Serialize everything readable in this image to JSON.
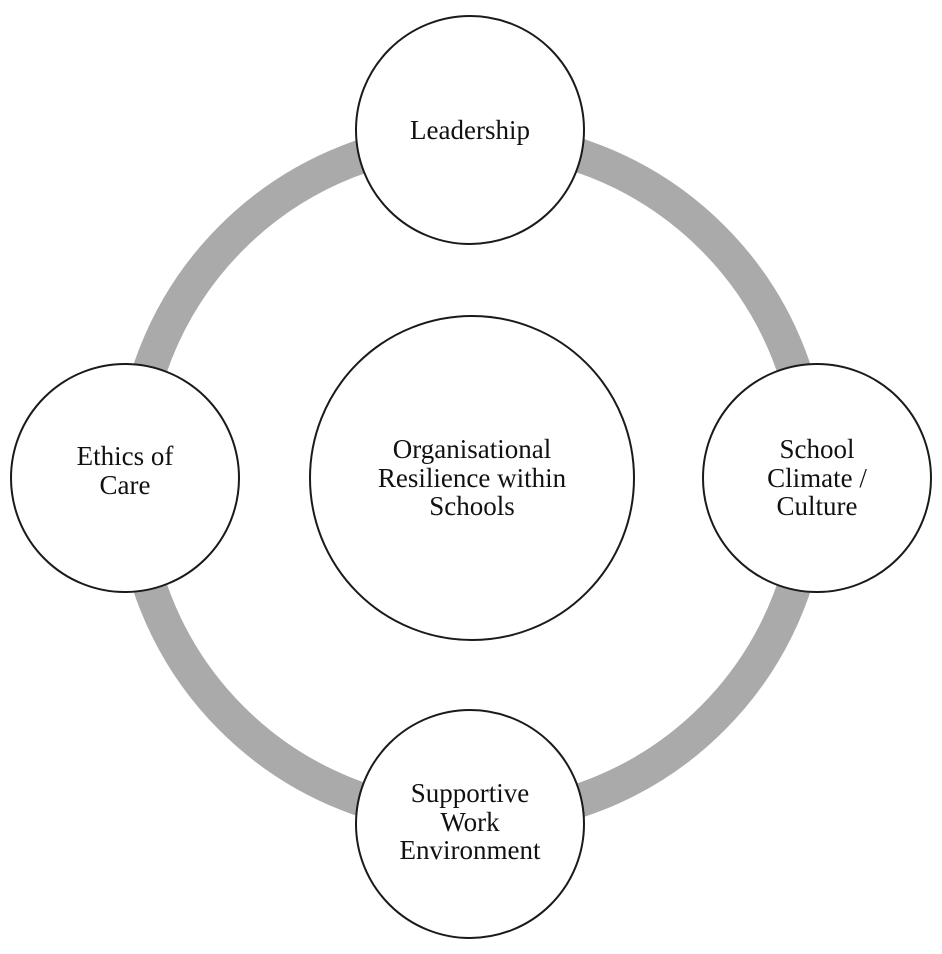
{
  "diagram": {
    "background_color": "#ffffff",
    "ring_color": "#aaaaaa",
    "circle_fill": "#ffffff",
    "circle_stroke_color": "#1a1a1a",
    "center": {
      "label": "Organisational Resilience within Schools",
      "lines": [
        "Organisational",
        "Resilience within",
        "Schools"
      ]
    },
    "nodes": {
      "top": {
        "label": "Leadership",
        "lines": [
          "Leadership"
        ]
      },
      "right": {
        "label": "School Climate / Culture",
        "lines": [
          "School",
          "Climate /",
          "Culture"
        ]
      },
      "bottom": {
        "label": "Supportive Work Environment",
        "lines": [
          "Supportive",
          "Work",
          "Environment"
        ]
      },
      "left": {
        "label": "Ethics of Care",
        "lines": [
          "Ethics of",
          "Care"
        ]
      }
    }
  }
}
